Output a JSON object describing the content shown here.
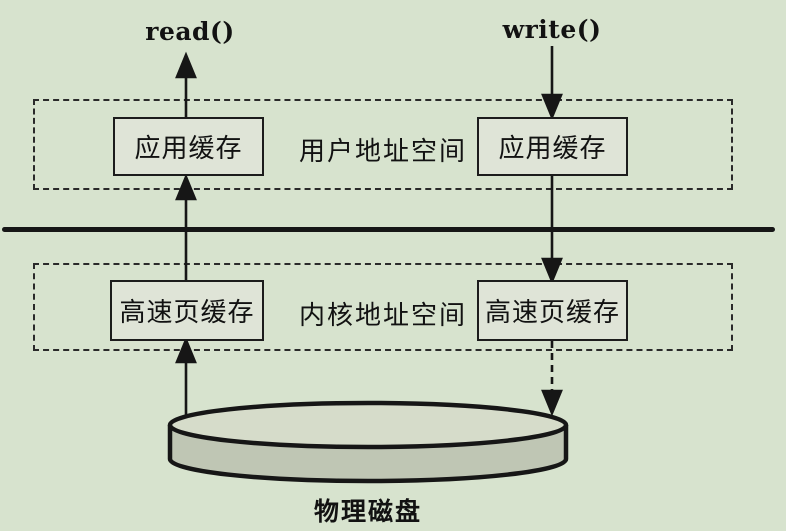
{
  "diagram": {
    "type": "flow-diagram",
    "description": "Linux file I/O buffering: read/write path through user-space application buffers, kernel page cache, and physical disk",
    "syscall_read": "read()",
    "syscall_write": "write()",
    "user_space": {
      "label": "用户地址空间",
      "read_box": "应用缓存",
      "write_box": "应用缓存"
    },
    "kernel_space": {
      "label": "内核地址空间",
      "read_box": "高速页缓存",
      "write_box": "高速页缓存"
    },
    "disk_label": "物理磁盘",
    "colors": {
      "background": "#d7e3ce",
      "box_fill": "#dfe4d7",
      "box_border": "#1c1c1c",
      "line": "#161616",
      "disk_top": "#d6dcca",
      "disk_body": "#bfc6b4"
    }
  }
}
